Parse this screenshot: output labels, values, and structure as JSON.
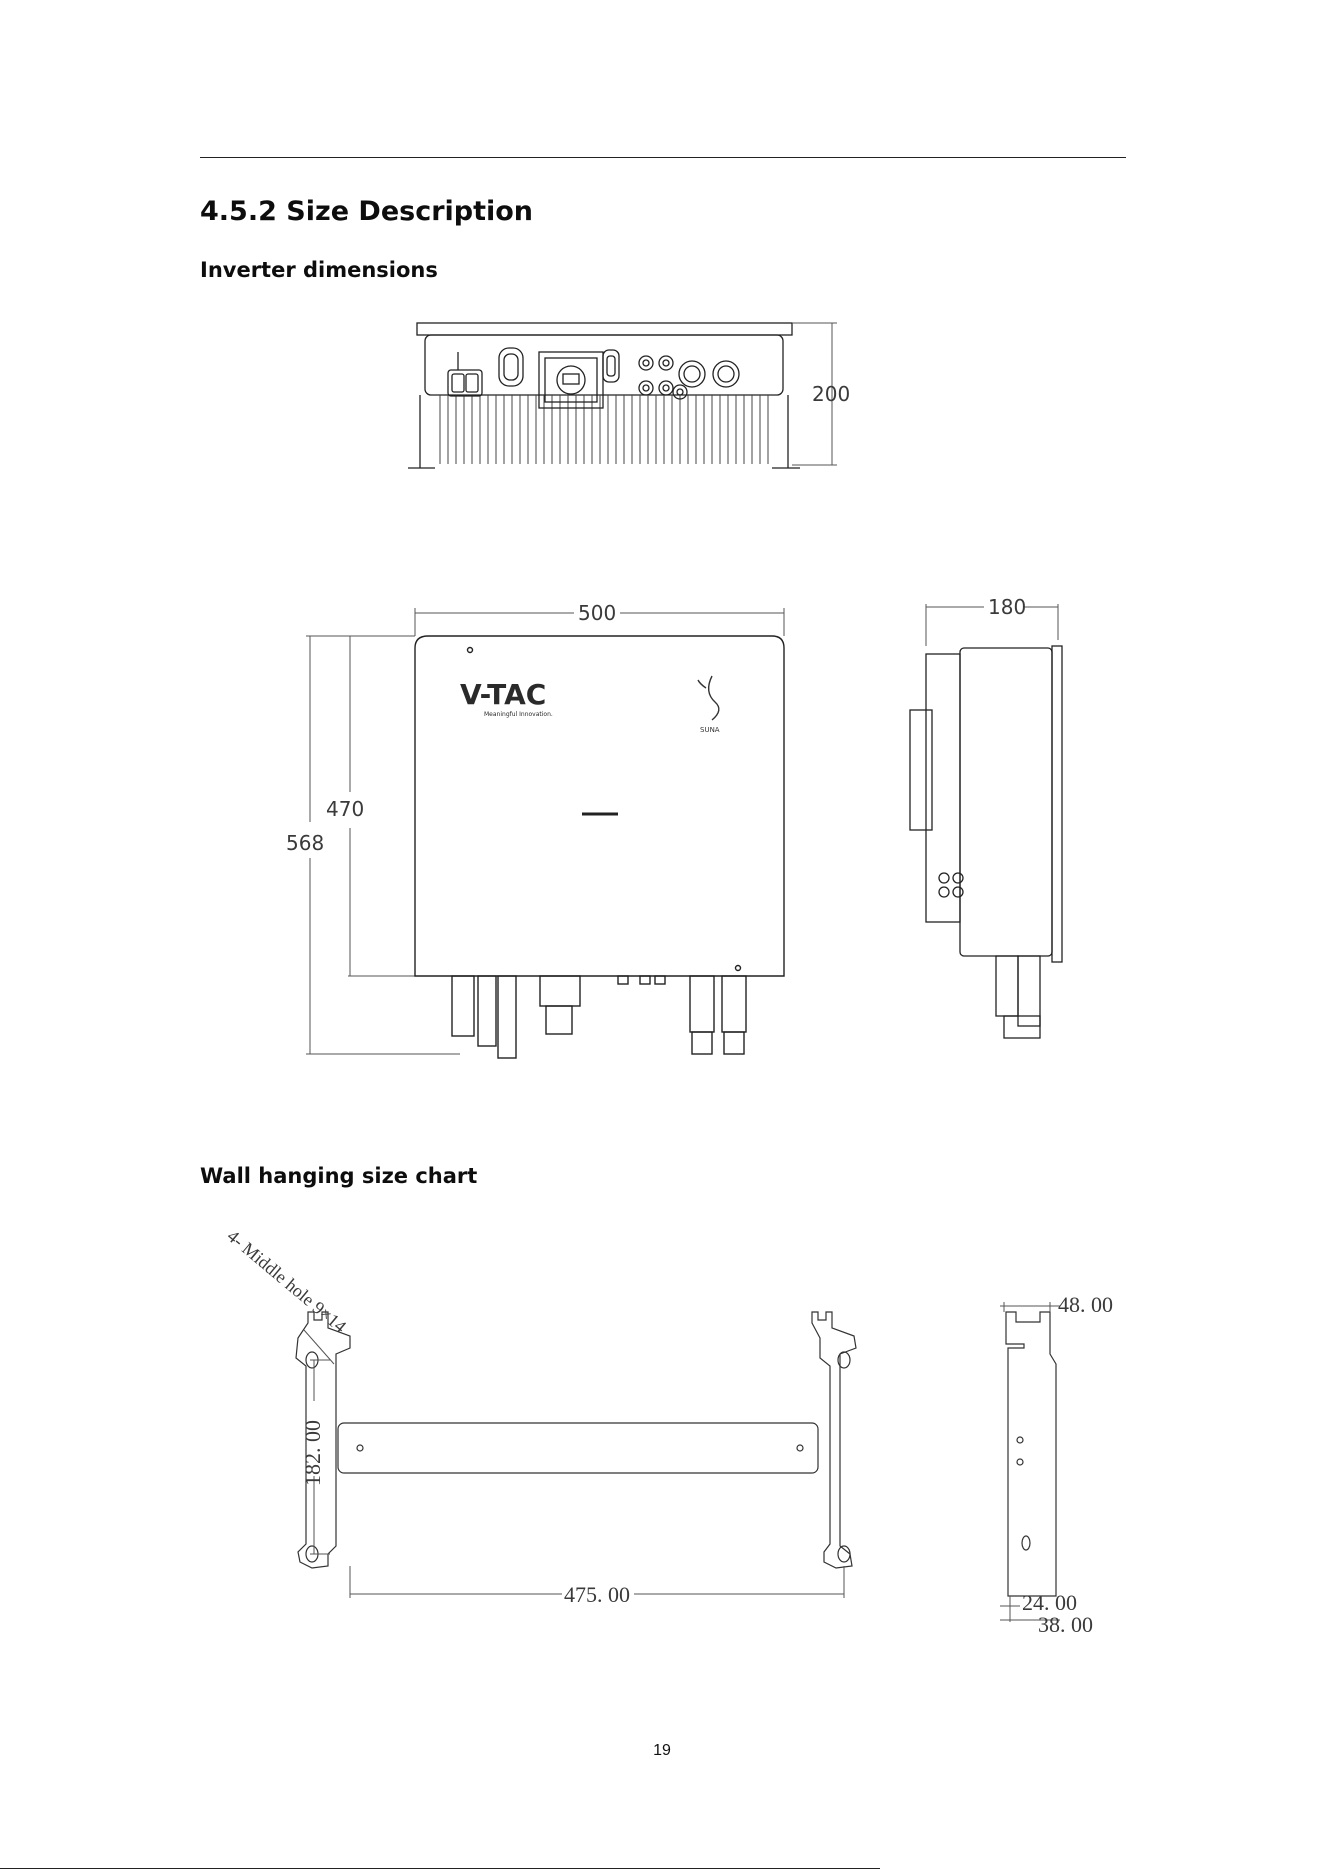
{
  "section": {
    "title": "4.5.2 Size Description"
  },
  "inverter": {
    "heading": "Inverter dimensions",
    "bottom_view": {
      "depth_label": "200"
    },
    "front_view": {
      "width_label": "500",
      "height_label": "470",
      "total_height_label": "568",
      "brand_logo": "V-TAC",
      "brand_tagline": "Meaningful Innovation.",
      "partner_logo": "SUNA"
    },
    "side_view": {
      "depth_label": "180"
    }
  },
  "wall_bracket": {
    "heading": "Wall hanging size chart",
    "hole_note": "4- Middle hole 9×14",
    "height_label": "182. 00",
    "width_label": "475. 00",
    "side_top_label": "48. 00",
    "side_bottom_label_a": "24. 00",
    "side_bottom_label_b": "38. 00"
  },
  "page_number": "19",
  "icons": [
    "wifi-antenna-icon",
    "dc-switch-icon",
    "pv-connector-icon"
  ]
}
